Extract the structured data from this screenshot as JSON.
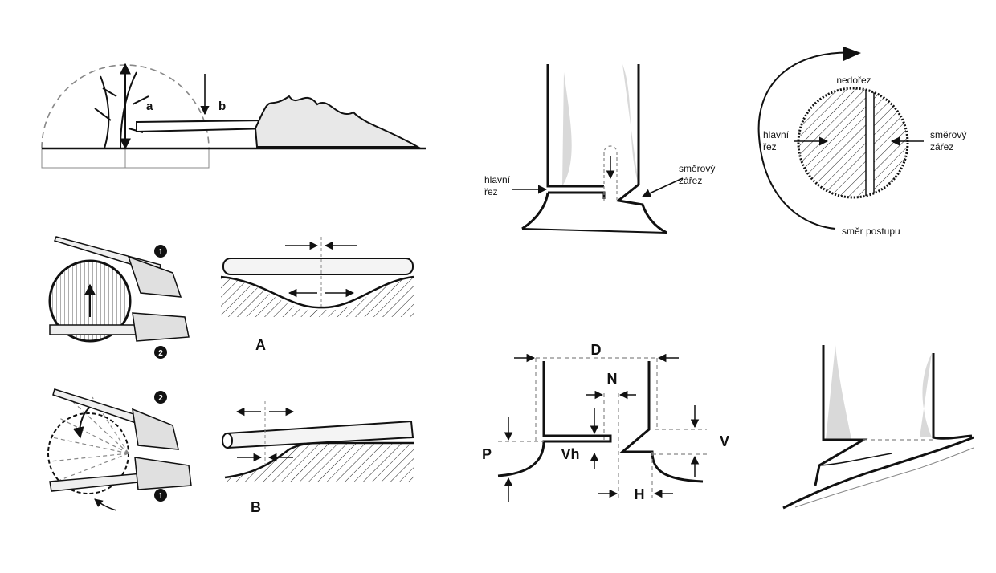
{
  "panels": {
    "felling_zone": {
      "label_a": "a",
      "label_b": "b"
    },
    "log_support_a": {
      "label": "A",
      "step1": "1",
      "step2": "2"
    },
    "log_support_b": {
      "label": "B",
      "step1": "2",
      "step2": "1"
    },
    "cut_section": {
      "main_cut": "hlavní\nřez",
      "directional_notch": "směrový\nzářez"
    },
    "top_view": {
      "hinge": "nedořez",
      "main_cut": "hlavní\nřez",
      "directional_notch": "směrový\nzářez",
      "direction": "směr postupu"
    },
    "dimensions": {
      "D": "D",
      "N": "N",
      "V": "V",
      "P": "P",
      "Vh": "Vh",
      "H": "H"
    }
  },
  "colors": {
    "ink": "#111111",
    "shade": "#d9d9d9",
    "dash": "#888888"
  }
}
